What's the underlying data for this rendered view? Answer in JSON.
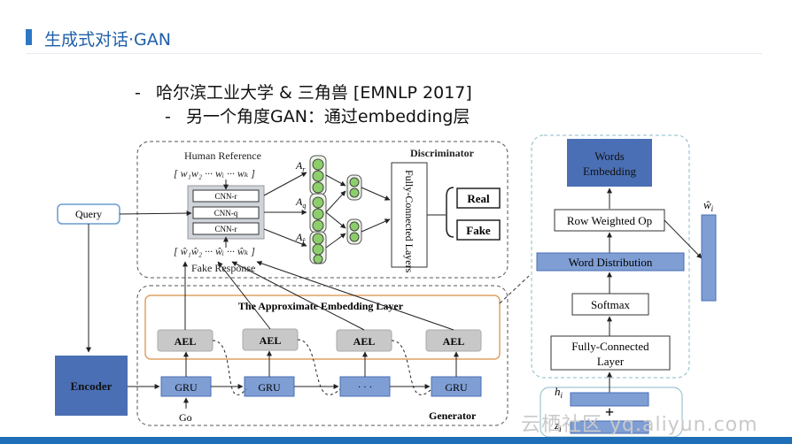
{
  "header": {
    "title": "生成式对话·GAN"
  },
  "bullets": {
    "line1": "哈尔滨工业大学 & 三角兽 [EMNLP 2017]",
    "line2": "另一个角度GAN：通过embedding层"
  },
  "diagram": {
    "query": "Query",
    "encoder": "Encoder",
    "human_reference": "Human Reference",
    "fake_response": "Fake Response",
    "discriminator": "Discriminator",
    "cnn_r_top": "CNN-r",
    "cnn_q": "CNN-q",
    "cnn_r_bottom": "CNN-r",
    "a_r": "A",
    "a_r_sub": "r",
    "a_q": "A",
    "a_q_sub": "q",
    "a_rhat": "A",
    "a_rhat_sub": "r̂",
    "fc_layers": "Fully-Connected Layers",
    "real": "Real",
    "fake": "Fake",
    "ael_title": "The Approximate Embedding Layer",
    "ael_labels": [
      "AEL",
      "AEL",
      "AEL",
      "AEL"
    ],
    "gru_labels": [
      "GRU",
      "GRU",
      "· · ·",
      "GRU"
    ],
    "go": "Go",
    "generator": "Generator",
    "words_embedding_l1": "Words",
    "words_embedding_l2": "Embedding",
    "row_weighted": "Row Weighted Op",
    "word_distribution": "Word Distribution",
    "softmax": "Softmax",
    "fc_l1": "Fully-Connected",
    "fc_l2": "Layer",
    "h_i": "h",
    "h_i_sub": "i",
    "z_i": "z",
    "z_i_sub": "i",
    "w_hat_i": "ŵ",
    "w_hat_i_sub": "i",
    "plus": "+"
  },
  "watermark": "云栖社区 yq.aliyun.com"
}
